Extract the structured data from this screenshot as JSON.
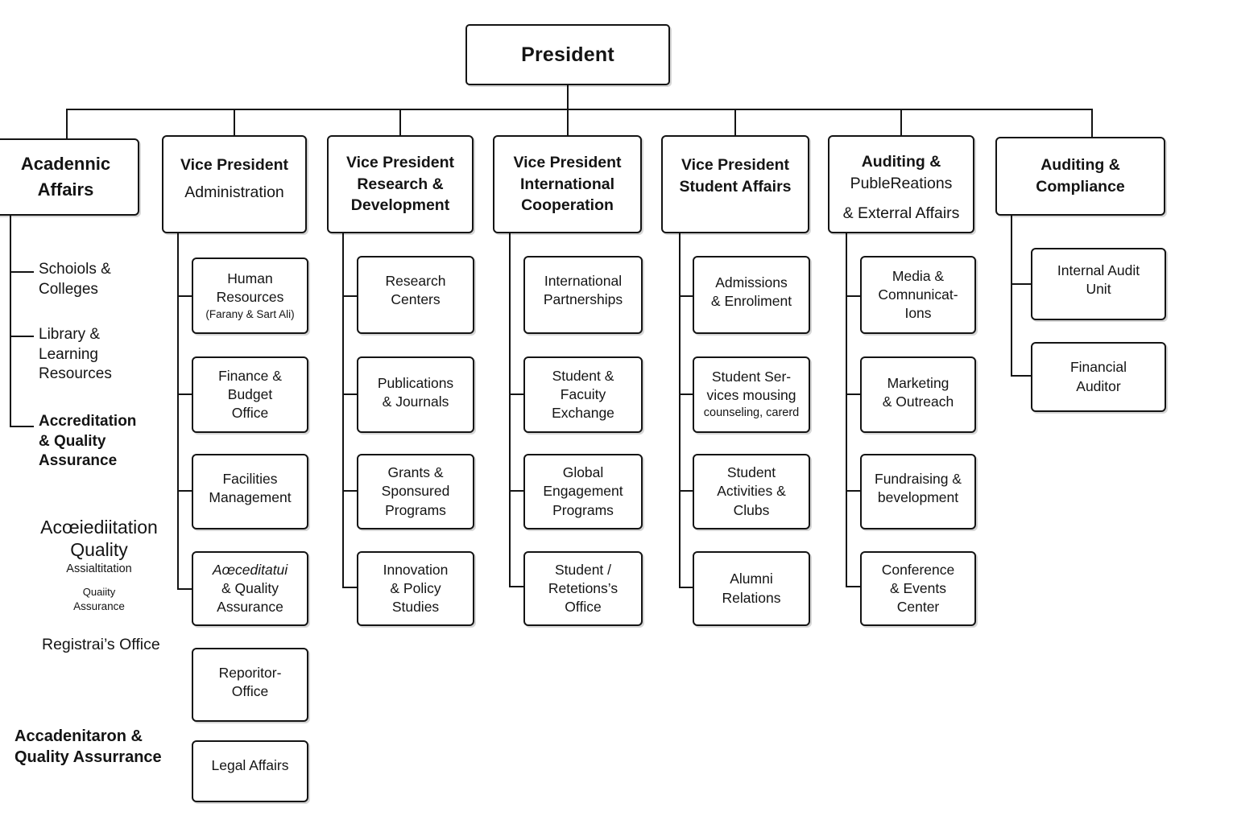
{
  "diagram_type": "organizational-chart",
  "colors": {
    "background": "#ffffff",
    "line": "#141414",
    "box_border": "#141414",
    "text": "#141414"
  },
  "root": {
    "label": "President"
  },
  "branches": [
    {
      "name": "academic-affairs",
      "title": [
        "Acadennic",
        "Affairs"
      ],
      "items": [
        {
          "lines": [
            "Schoiols &",
            "Colleges"
          ]
        },
        {
          "lines": [
            "Library &",
            "Learning",
            "Resources"
          ]
        },
        {
          "lines": [
            "Accreditation",
            "& Quality",
            "Assurance"
          ]
        },
        {
          "lines": [
            "Acœiediitation",
            "Quality",
            "Assialtitation",
            "Quaiity",
            "Assurance"
          ]
        },
        {
          "lines": [
            "Registrai’s Office"
          ]
        },
        {
          "lines": [
            "Accadenitaron &",
            "Quality Assurrance"
          ]
        }
      ]
    },
    {
      "name": "vp-administration",
      "title": [
        "Vice President",
        "Administration"
      ],
      "children": [
        {
          "lines": [
            "Human",
            "Resources",
            "(Farany & Sart Ali)"
          ]
        },
        {
          "lines": [
            "Finance &",
            "Budget",
            "Office"
          ]
        },
        {
          "lines": [
            "Facilities",
            "Management"
          ]
        },
        {
          "lines": [
            "Aœceditatui",
            "& Quality",
            "Assurance"
          ]
        },
        {
          "lines": [
            "Reporitor-",
            "Office"
          ]
        },
        {
          "lines": [
            "Legal Affairs"
          ]
        }
      ]
    },
    {
      "name": "vp-research-development",
      "title": [
        "Vice President",
        "Research &",
        "Development"
      ],
      "children": [
        {
          "lines": [
            "Research",
            "Centers"
          ]
        },
        {
          "lines": [
            "Publications",
            "& Journals"
          ]
        },
        {
          "lines": [
            "Grants &",
            "Sponsured",
            "Programs"
          ]
        },
        {
          "lines": [
            "Innovation",
            "& Policy",
            "Studies"
          ]
        }
      ]
    },
    {
      "name": "vp-international-cooperation",
      "title": [
        "Vice President",
        "International",
        "Cooperation"
      ],
      "children": [
        {
          "lines": [
            "International",
            "Partnerships"
          ]
        },
        {
          "lines": [
            "Student &",
            "Facuity",
            "Exchange"
          ]
        },
        {
          "lines": [
            "Global",
            "Engagement",
            "Programs"
          ]
        },
        {
          "lines": [
            "Student /",
            "Retetions’s",
            "Office"
          ]
        }
      ]
    },
    {
      "name": "vp-student-affairs",
      "title": [
        "Vice President",
        "Student Affairs"
      ],
      "children": [
        {
          "lines": [
            "Admissions",
            "& Enroliment"
          ]
        },
        {
          "lines": [
            "Student Ser-",
            "vices mousing",
            "counseling, carerd"
          ]
        },
        {
          "lines": [
            "Student",
            "Activities &",
            "Clubs"
          ]
        },
        {
          "lines": [
            "Alumni",
            "Relations"
          ]
        }
      ]
    },
    {
      "name": "auditing-public-relations",
      "title": [
        "Auditing &",
        "PubleReations",
        "& Exterral Affairs"
      ],
      "children": [
        {
          "lines": [
            "Media &",
            "Comnunicat-",
            "Ions"
          ]
        },
        {
          "lines": [
            "Marketing",
            "& Outreach"
          ]
        },
        {
          "lines": [
            "Fundraising &",
            "bevelopment"
          ]
        },
        {
          "lines": [
            "Conference",
            "& Events",
            "Center"
          ]
        }
      ]
    },
    {
      "name": "auditing-compliance",
      "title": [
        "Auditing &",
        "Compliance"
      ],
      "children": [
        {
          "lines": [
            "Internal Audit",
            "Unit"
          ]
        },
        {
          "lines": [
            "Financial",
            "Auditor"
          ]
        }
      ]
    }
  ]
}
